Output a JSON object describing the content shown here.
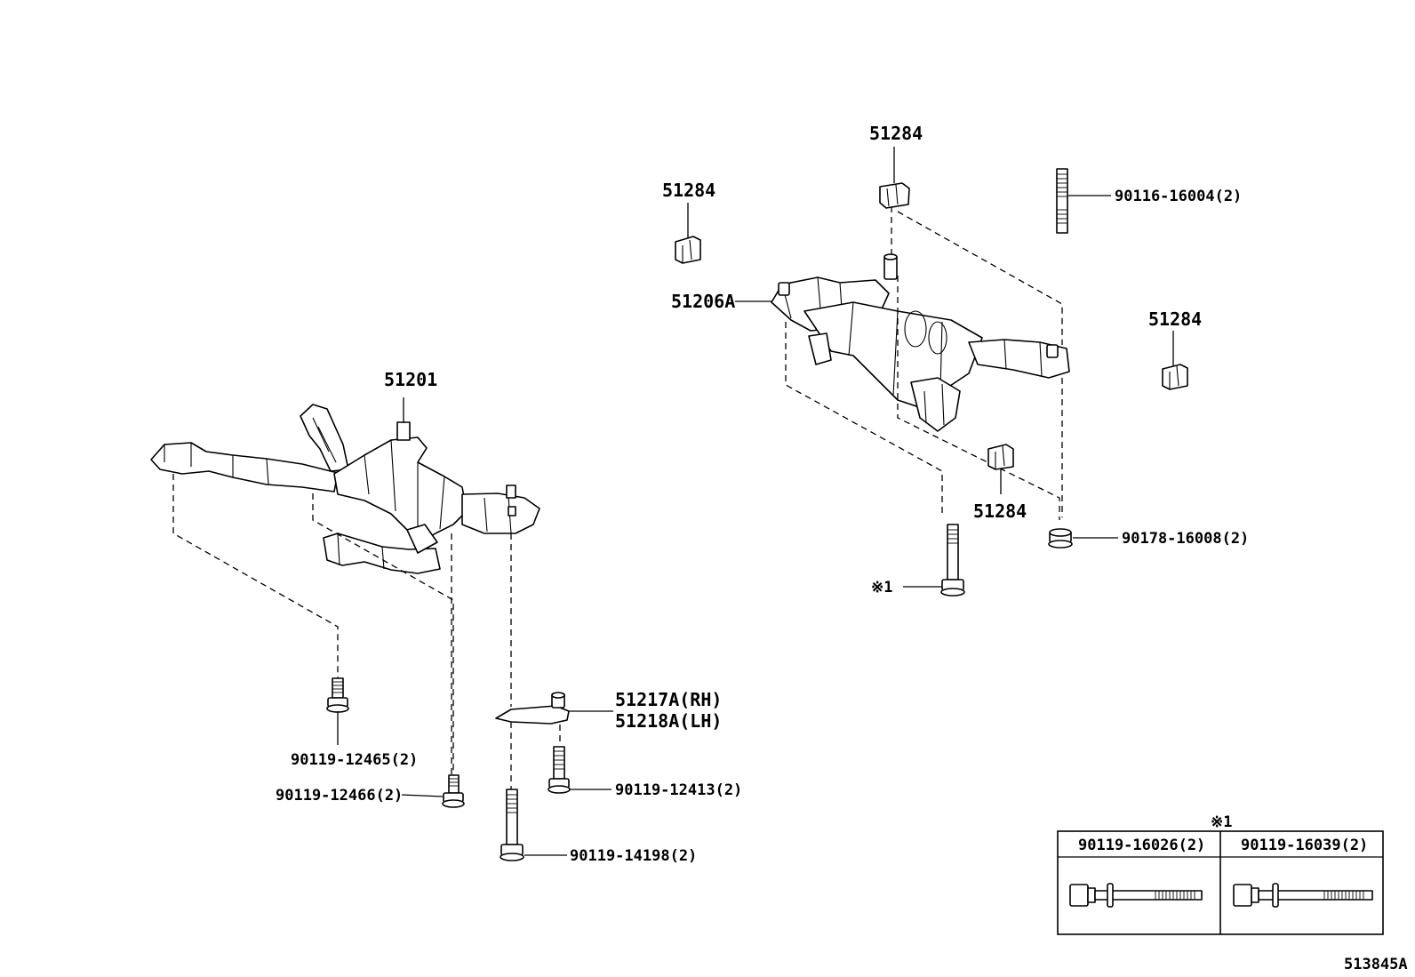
{
  "diagram_id": "513845A",
  "labels": {
    "front_member": "51201",
    "front_bolt_a": "90119-12465(2)",
    "front_bolt_b": "90119-12466(2)",
    "brace_rh": "51217A(RH)",
    "brace_lh": "51218A(LH)",
    "brace_bolt": "90119-12413(2)",
    "long_bolt": "90119-14198(2)",
    "rear_member": "51206A",
    "stopper_left": "51284",
    "stopper_top": "51284",
    "stopper_right": "51284",
    "stopper_bottom": "51284",
    "stud": "90116-16004(2)",
    "nut": "90178-16008(2)",
    "note_ref": "※1"
  },
  "note_table": {
    "header_mark": "※1",
    "columns": [
      "90119-16026(2)",
      "90119-16039(2)"
    ]
  }
}
